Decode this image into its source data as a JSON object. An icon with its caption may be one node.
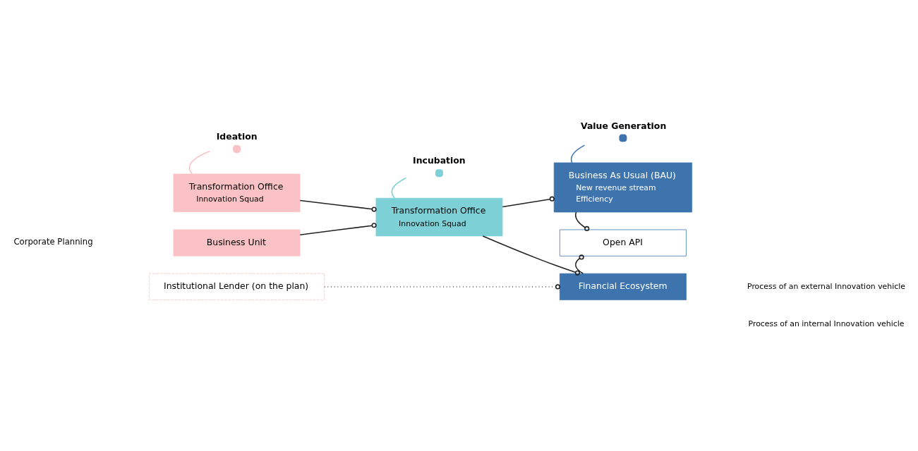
{
  "diagram": {
    "nodes": [
      {
        "text": [
          "Ideation"
        ]
      },
      {
        "text": [
          "Incubation"
        ]
      },
      {
        "text": [
          "Value Generation"
        ]
      },
      {
        "text": [
          "Transformation Office",
          "Innovation Squad"
        ]
      },
      {
        "text": [
          "Business Unit"
        ]
      },
      {
        "text": [
          "Institutional Lender (on the plan)"
        ]
      },
      {
        "text": [
          "Transformation Office",
          "Innovation Squad"
        ]
      },
      {
        "text": [
          "Business As Usual (BAU)",
          "New revenue stream",
          "Efficiency"
        ]
      },
      {
        "text": [
          "Open API"
        ]
      },
      {
        "text": [
          "Financial Ecosystem"
        ]
      }
    ],
    "edges": [
      {
        "from": 0,
        "to": 3,
        "arrow": "none",
        "color": "#fbc2c6"
      },
      {
        "from": 1,
        "to": 6,
        "arrow": "none",
        "color": "#7dd0d6"
      },
      {
        "from": 2,
        "to": 7,
        "arrow": "none",
        "color": "#3e74ad"
      },
      {
        "from": 3,
        "to": 6,
        "arrow": "other"
      },
      {
        "from": 4,
        "to": 6,
        "arrow": "other"
      },
      {
        "from": 6,
        "to": 7,
        "arrow": "other"
      },
      {
        "from": 6,
        "to": 9,
        "arrow": "other"
      },
      {
        "from": 7,
        "to": 8,
        "arrow": "other"
      },
      {
        "from": 9,
        "to": 8,
        "arrow": "other"
      },
      {
        "from": 5,
        "to": 9,
        "arrow": "other",
        "style": "dashed"
      }
    ],
    "labels": [
      "Corporate Planning"
    ],
    "legend": [
      {
        "text": "Process of an external Innovation vehicle"
      },
      {
        "text": "Process of an internal Innovation vehicle"
      }
    ]
  }
}
